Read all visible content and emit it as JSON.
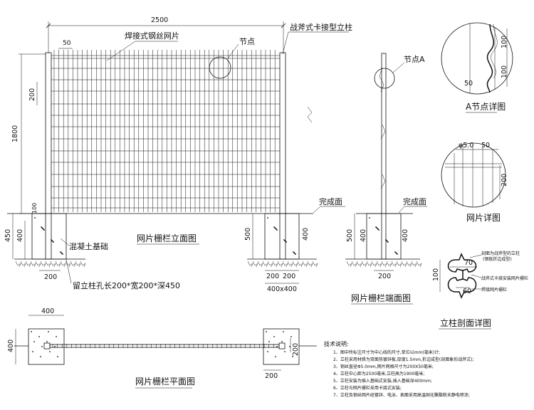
{
  "elevation": {
    "dim_width": "2500",
    "dim_spacing": "50",
    "dim_panel": "200",
    "dim_height": "1800",
    "dim_foot_450": "450",
    "dim_foot_400": "400",
    "dim_foot_200": "200",
    "label_mesh": "焊接式钢丝网片",
    "label_node": "节点",
    "label_post": "战斧式卡接型立柱",
    "label_finish": "完成面",
    "label_concrete": "混凝土基础",
    "label_hole": "留立柱孔长200*宽200*深450",
    "caption": "网片栅栏立面图",
    "dim_500": "500",
    "dim_400b": "400",
    "dim_200a": "200",
    "dim_200b": "200",
    "dim_400x400": "400x400"
  },
  "end_view": {
    "label_node_a": "节点A",
    "label_finish": "完成面",
    "dim_500": "500",
    "dim_200": "200",
    "caption": "网片栅栏端面图"
  },
  "node_detail": {
    "dim_100a": "100",
    "dim_100b": "100",
    "dim_50": "50",
    "caption": "A节点详图"
  },
  "mesh_detail": {
    "dim_phi": "φ5.0",
    "dim_50": "50",
    "dim_200": "200",
    "caption": "网片详图"
  },
  "post_section": {
    "dim_70": "70",
    "dim_100": "100",
    "dim_60": "60",
    "note1": "剖面为战斧型的立柱",
    "note1b": "(钢板折边成型)",
    "note2": "战斧式卡接安装网片栅栏",
    "note3": "焊接网片栅栏",
    "caption": "立柱剖面详图"
  },
  "plan": {
    "dim_400a": "400",
    "dim_400b": "400",
    "dim_200a": "200",
    "dim_200b": "200",
    "caption": "网片栅栏平面图"
  },
  "notes": {
    "title": "技术说明:",
    "items": [
      "1、图中所标注尺寸为中心线的尺寸,单位以mm(毫米)计;",
      "2、立柱采用材质为双面热镀锌板,厚度1.5mm,折边成型(剖面象形战斧式);",
      "3、钢丝直径Φ5.0mm,网片网格尺寸为200X50毫米;",
      "4、立柱中心距为2500毫米,立柱高为1900毫米;",
      "5、立柱安装为插入基础式安装,插入基础深400mm;",
      "6、立柱与网片栅栏采用卡接式安装;",
      "7、立柱及钢丝网片经镀锌、电泳、表面采用高温固化聚酯粉末静电喷涂;"
    ]
  }
}
